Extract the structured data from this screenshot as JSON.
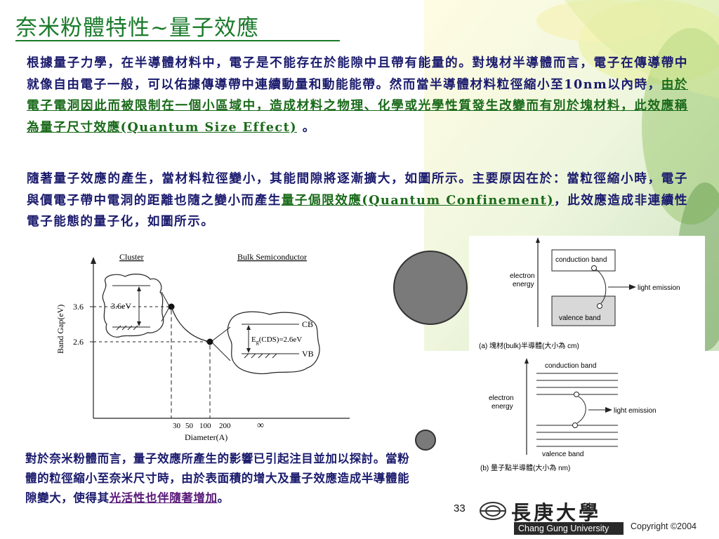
{
  "title": "奈米粉體特性~量子效應",
  "paragraph1": {
    "text_a": "根據量子力學，在半導體材料中，電子是不能存在於能隙中且帶有能量的。對塊材半導體而言，電子在傳導帶中就像自由電子一般，可以佑據傳導帶中連續動量和動能能帶。然而當半導體材料粒徑縮小至10nm以內時，",
    "emph": "由於電子電洞因此而被限制在一個小區域中，造成材料之物理、化學或光學性質發生改變而有別於塊材料，此效應稱為量子尺寸效應(Quantum Size Effect)",
    "text_b": " 。"
  },
  "paragraph2": {
    "text_a": "隨著量子效應的產生，當材料粒徑變小，其能間隙將逐漸擴大，如圖所示。主要原因在於：當粒徑縮小時，電子與價電子帶中電洞的距離也隨之變小而產生",
    "emph": "量子侷限效應(Quantum Confinement)",
    "text_b": "，此效應造成非連續性電子能態的量子化，如圖所示。"
  },
  "figure_left": {
    "label_cluster": "Cluster",
    "label_bulk": "Bulk Semiconductor",
    "ylabel": "Band Gap(eV)",
    "xlabel": "Diameter(A)",
    "ytick_high": "3.6",
    "ytick_low": "2.6",
    "cluster_gap": "3.6eV",
    "cb": "CB",
    "vb": "VB",
    "eg_prefix": "E",
    "eg_sub": "g",
    "eg_suffix": "(CDS)=2.6eV",
    "xticks": [
      "30",
      "50",
      "100",
      "200",
      "∞"
    ]
  },
  "figure_right": {
    "top_conduction": "conduction band",
    "top_valence": "valence band",
    "top_energy_line1": "electron",
    "top_energy_line2": "energy",
    "top_emission": "light emission",
    "top_caption": "(a) 塊材(bulk)半導體(大小為 cm)",
    "bottom_conduction": "conduction band",
    "bottom_valence": "valence band",
    "bottom_energy_line1": "electron",
    "bottom_energy_line2": "energy",
    "bottom_emission": "light emission",
    "bottom_caption": "(b) 量子點半導體(大小為 nm)"
  },
  "note": {
    "text_a": "對於奈米粉體而言，量子效應所產生的影響已引起注目並加以探討。當粉體的粒徑縮小至奈米尺寸時，由於表面積的增大及量子效應造成半導體能隙變大，使得其",
    "emph": "光活性也伴隨著增加",
    "text_b": "。"
  },
  "footer": {
    "page_number": "33",
    "university_cn": "長庚大學",
    "university_en": "Chang Gung University",
    "copyright": "Copyright ©2004"
  },
  "colors": {
    "title": "#1a7a2a",
    "body_text": "#1b1b6e",
    "emphasis": "#1a6a1a"
  }
}
